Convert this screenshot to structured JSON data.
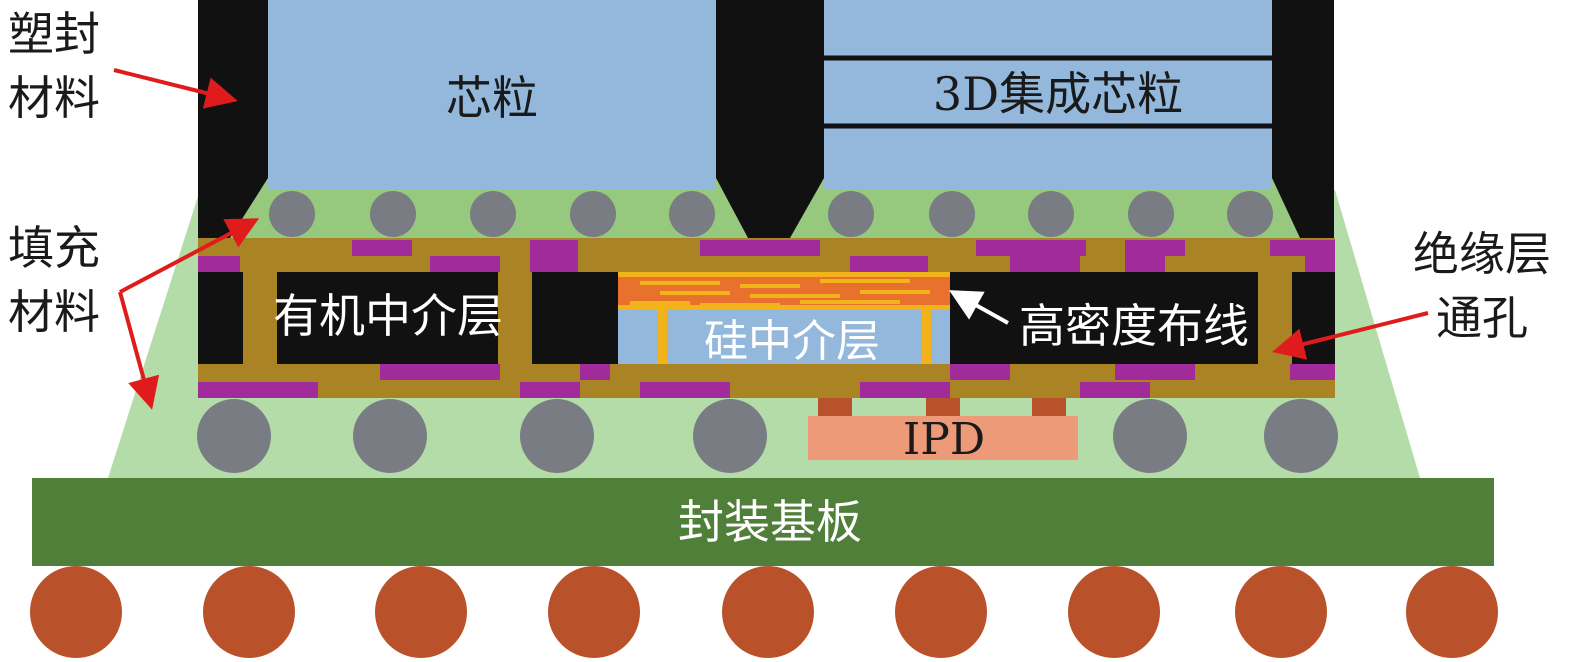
{
  "labels": {
    "mold_material": [
      "塑封",
      "材料"
    ],
    "underfill_material": [
      "填充",
      "材料"
    ],
    "chiplet": "芯粒",
    "chiplet_3d": "3D集成芯粒",
    "organic_interposer": "有机中介层",
    "silicon_interposer": "硅中介层",
    "high_density_wiring": "高密度布线",
    "insulation_via": [
      "绝缘层",
      "通孔"
    ],
    "ipd": "IPD",
    "package_substrate": "封装基板"
  },
  "colors": {
    "chip": "#93b8dc",
    "mold": "#111111",
    "underfill_light": "#b4dca8",
    "underfill_dark": "#96c97e",
    "bump": "#7a7c83",
    "copper_trace": "#a98324",
    "insulation_purple": "#a12b9a",
    "hd_wiring_orange": "#e8712e",
    "hd_wiring_yellow": "#f2b21a",
    "ipd": "#ec9a78",
    "ipd_pad": "#b9522a",
    "substrate": "#4f7f38",
    "solder_ball": "#b9522a",
    "arrow_red": "#e01b1b",
    "text_light": "#ffffff",
    "text_dark": "#1a1a1a"
  }
}
